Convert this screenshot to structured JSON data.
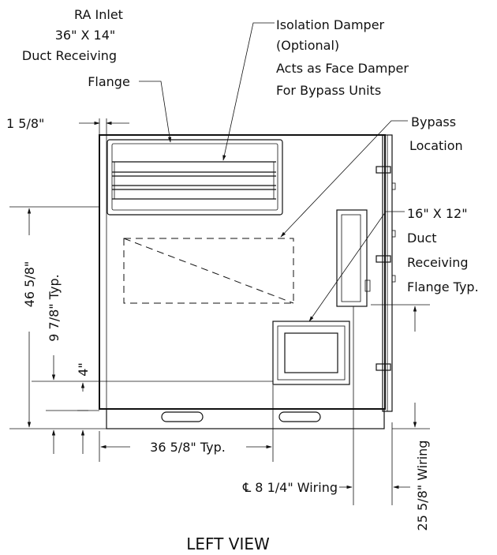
{
  "callouts": {
    "ra_inlet": [
      "RA Inlet",
      "36\" X 14\"",
      "Duct Receiving",
      "Flange"
    ],
    "isolation_damper": [
      "Isolation Damper",
      "(Optional)",
      "Acts as Face  Damper",
      "For Bypass Units"
    ],
    "bypass": [
      "Bypass",
      "Location"
    ],
    "duct_flange": [
      "16\" X 12\"",
      "Duct",
      "Receiving",
      "Flange Typ."
    ]
  },
  "dimensions": {
    "top_offset": "1 5/8\"",
    "height_total": "46 5/8\"",
    "height_typ": "9 7/8\" Typ.",
    "height_small": "4\"",
    "width_typ": "36 5/8\" Typ.",
    "wiring_horizontal": "℄ 8 1/4\" Wiring",
    "wiring_vertical": "25 5/8\" Wiring"
  },
  "view_title": "LEFT VIEW"
}
